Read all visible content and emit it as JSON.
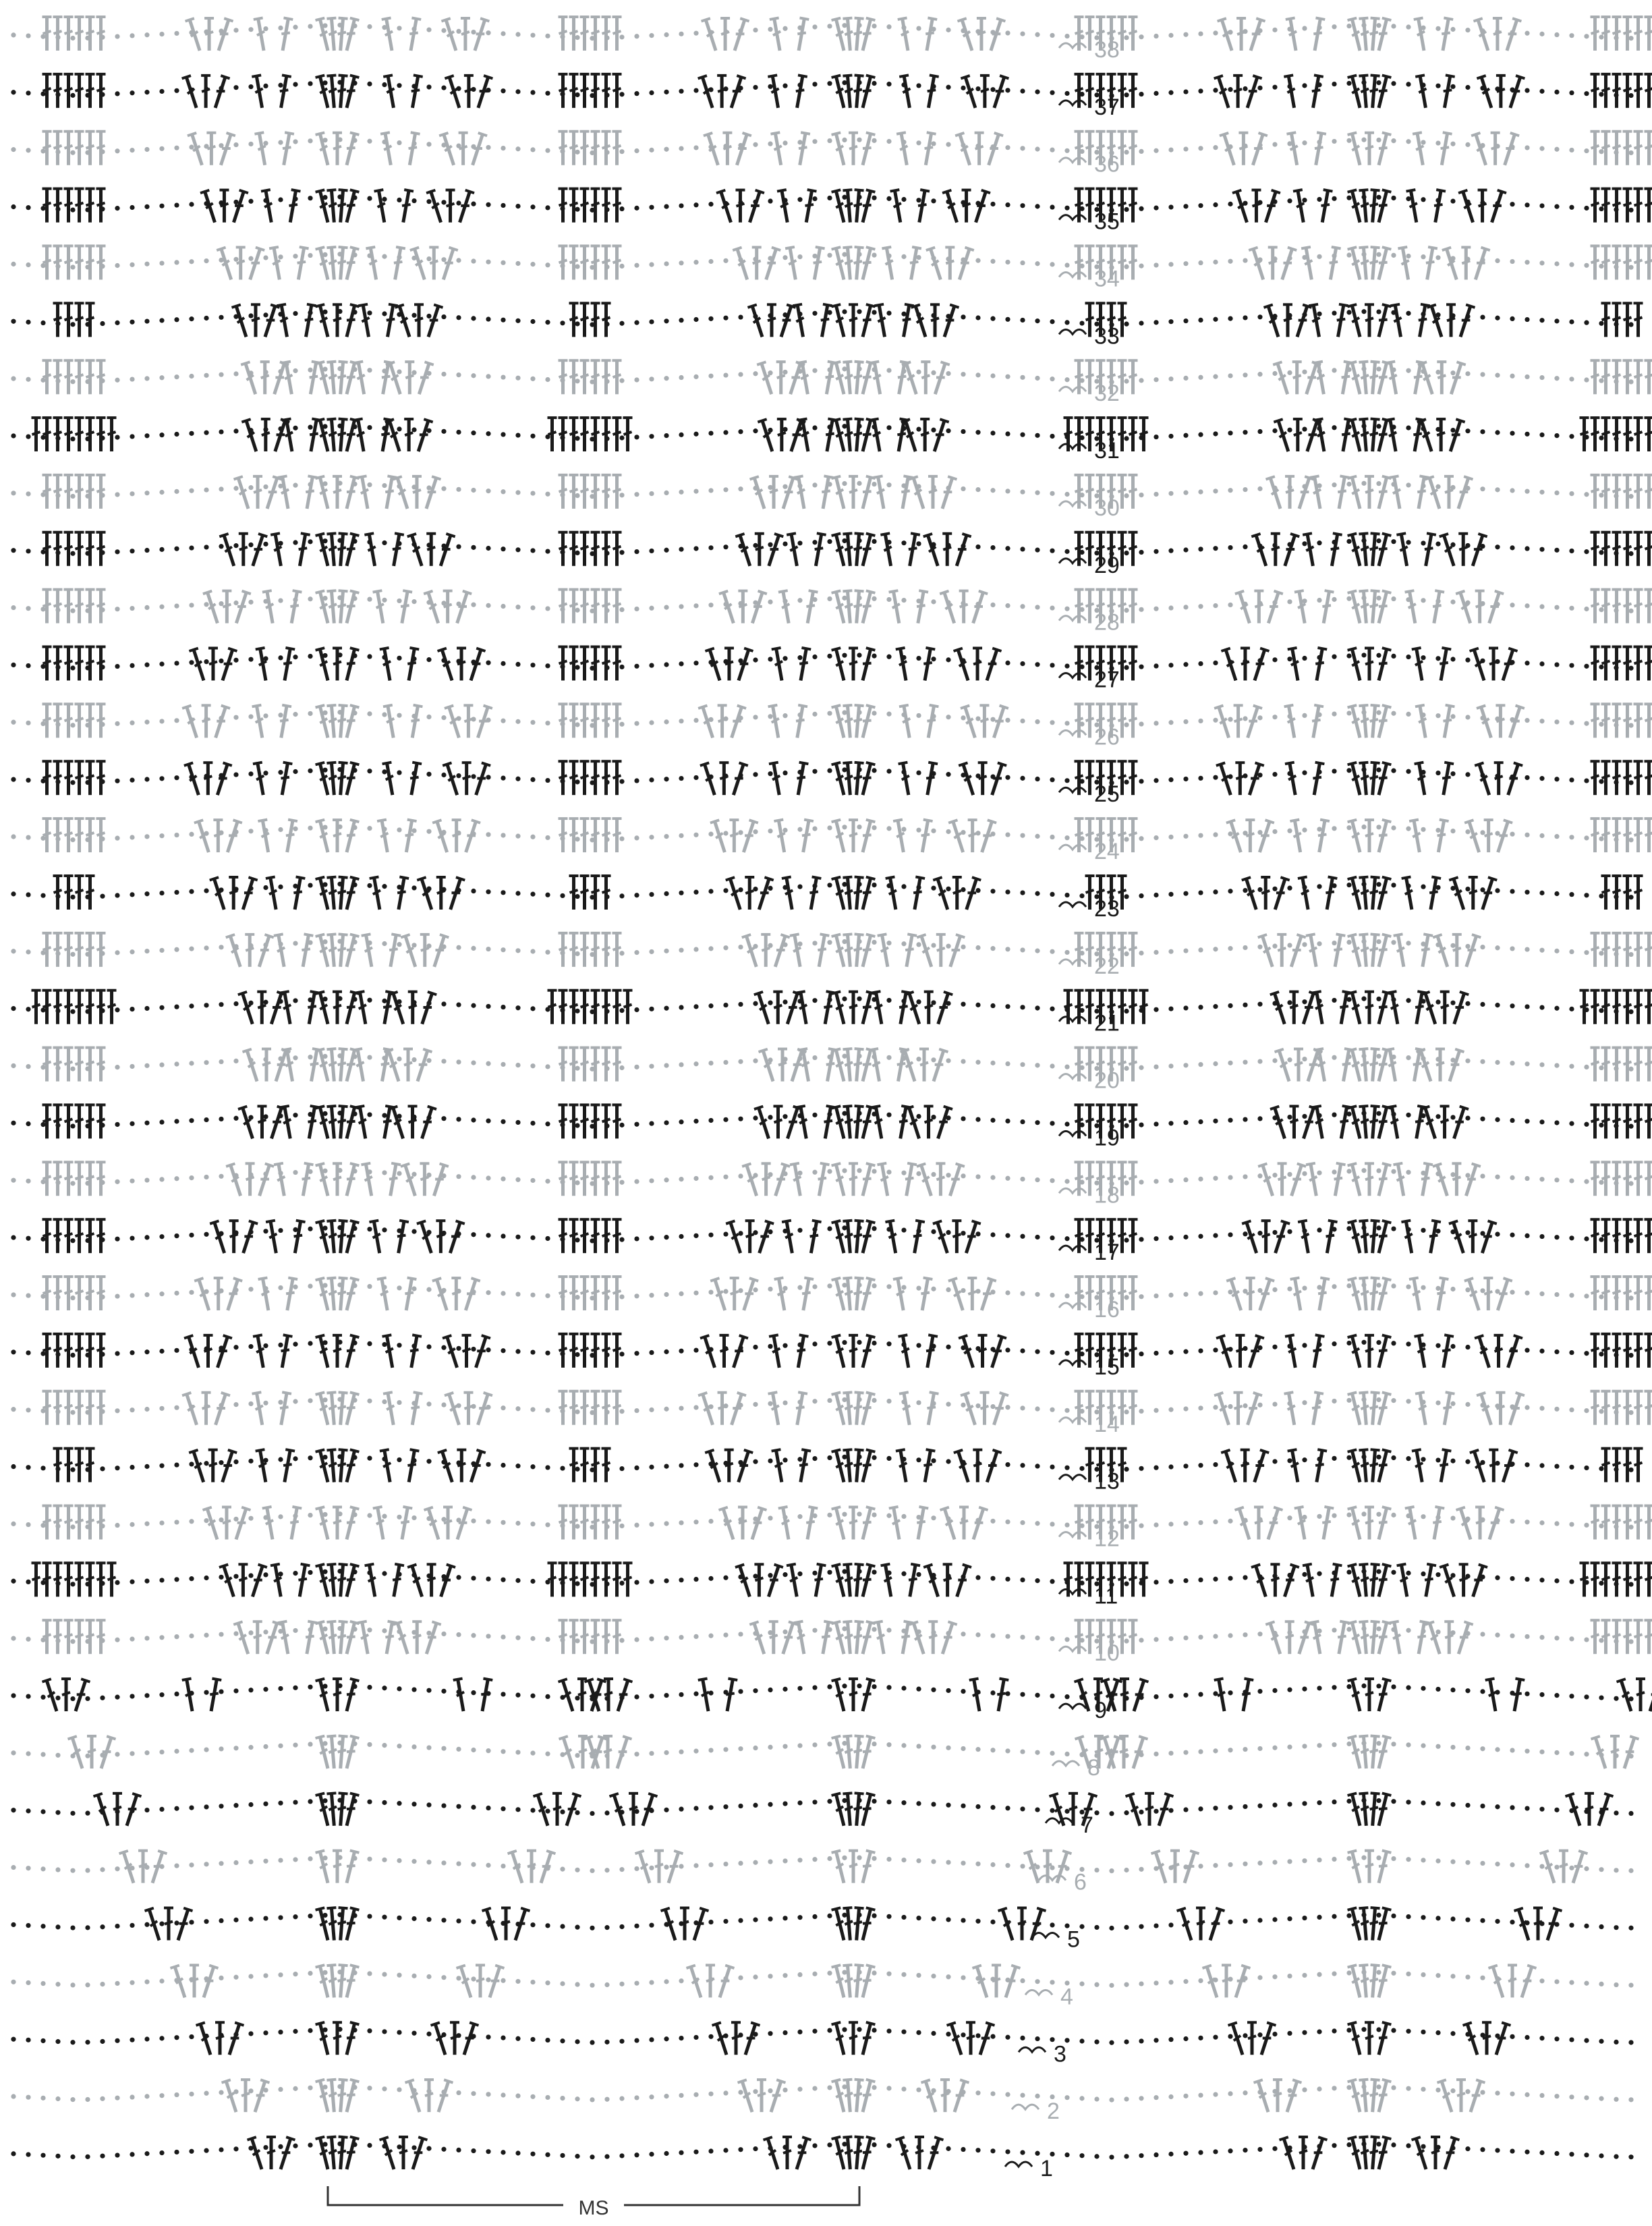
{
  "diagram": {
    "row_numbers": [
      "1",
      "2",
      "3",
      "4",
      "5",
      "6",
      "7",
      "8",
      "9",
      "10",
      "11",
      "12",
      "13",
      "14",
      "15",
      "16",
      "17",
      "18",
      "19",
      "20",
      "21",
      "22",
      "23",
      "24",
      "25",
      "26",
      "27",
      "28",
      "29",
      "30",
      "31",
      "32",
      "33",
      "34",
      "35",
      "36",
      "37",
      "38"
    ],
    "repeat_label": "MS",
    "colors": {
      "odd_rows": "#1a1a1a",
      "even_rows": "#a8adb1",
      "background": "#ffffff"
    },
    "symbols": [
      "double-crochet-icon",
      "chain-dot-icon",
      "slip-stitch-icon",
      "picot-icon",
      "turning-chain-icon"
    ]
  }
}
